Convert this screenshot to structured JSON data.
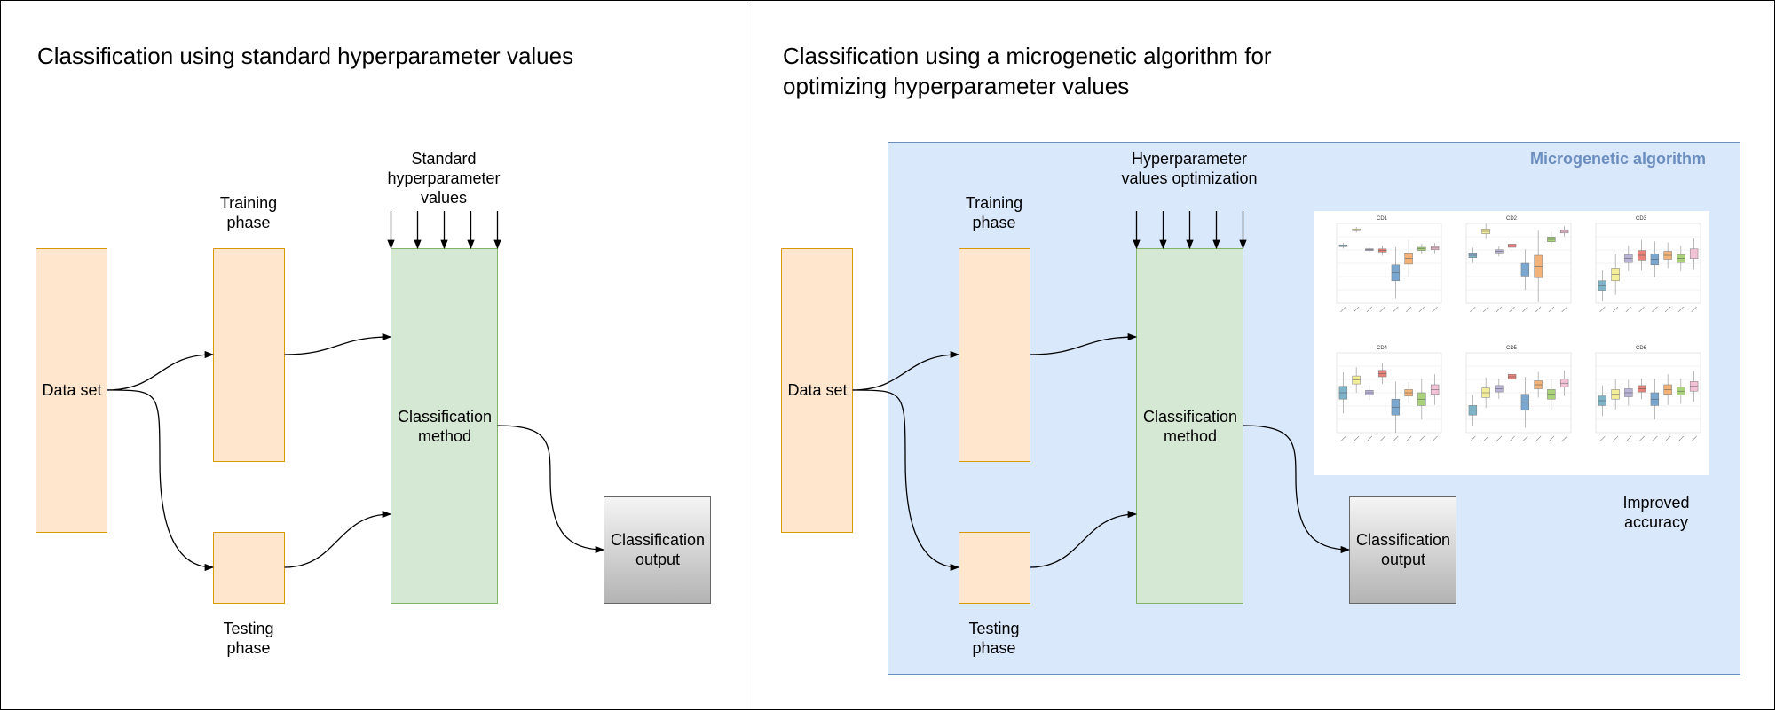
{
  "left_panel": {
    "title": "Classification using standard hyperparameter values",
    "dataset_label": "Data set",
    "training_label": "Training phase",
    "testing_label": "Testing phase",
    "hyper_label": "Standard hyperparameter values",
    "method_label": "Classification method",
    "output_label": "Classification output"
  },
  "right_panel": {
    "title_line1": "Classification using a microgenetic algorithm for",
    "title_line2": "optimizing hyperparameter values",
    "algo_label": "Microgenetic algorithm",
    "dataset_label": "Data set",
    "training_label": "Training phase",
    "testing_label": "Testing phase",
    "hyper_label": "Hyperparameter values optimization",
    "method_label": "Classification method",
    "output_label": "Classification output",
    "improved_label": "Improved accuracy",
    "plot_titles": [
      "CD1",
      "CD2",
      "CD3",
      "CD4",
      "CD5",
      "CD6"
    ]
  },
  "colors": {
    "orange_fill": "#ffe6cc",
    "orange_stroke": "#d79b00",
    "green_fill": "#d5e8d4",
    "green_stroke": "#82b366",
    "blue_fill": "#dae8fc",
    "blue_stroke": "#6c8ebf",
    "gray_top": "#f5f5f5",
    "gray_bottom": "#b3b3b3"
  }
}
